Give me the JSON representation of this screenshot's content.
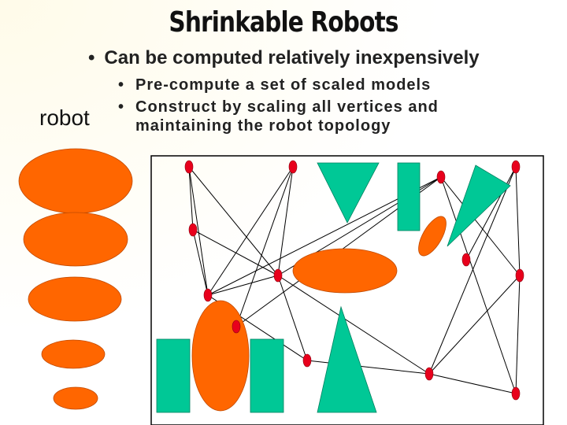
{
  "slide": {
    "title": "Shrinkable Robots",
    "bullet_main": "Can be computed relatively inexpensively",
    "sub_bullets": [
      "Pre-compute a set of scaled models",
      "Construct by scaling all vertices and",
      "maintaining the robot topology"
    ],
    "bullet_symbol": "•",
    "robot_label": "robot"
  },
  "colors": {
    "robot_fill": "#ff6600",
    "obstacle_fill": "#00c896",
    "node_fill": "#e8001c",
    "edge_stroke": "#000000",
    "frame_stroke": "#000000"
  }
}
